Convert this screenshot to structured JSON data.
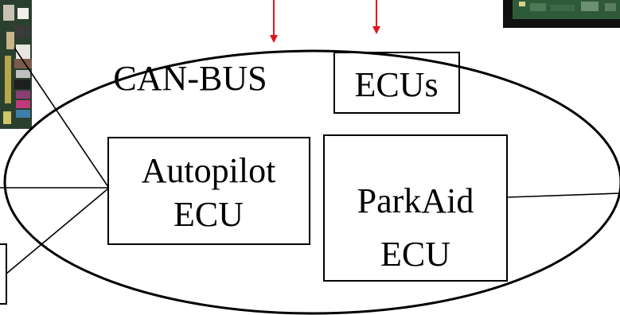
{
  "labels": {
    "bus": "CAN-BUS",
    "ecus": "ECUs",
    "autopilot_line1": "Autopilot",
    "autopilot_line2": "ECU",
    "parkaid_line1": "ParkAid",
    "parkaid_line2": "ECU"
  },
  "colors": {
    "stroke": "#000000",
    "arrow": "#e0141e",
    "board_green": "#2f5a3a",
    "board_dark": "#1a1a1a"
  }
}
